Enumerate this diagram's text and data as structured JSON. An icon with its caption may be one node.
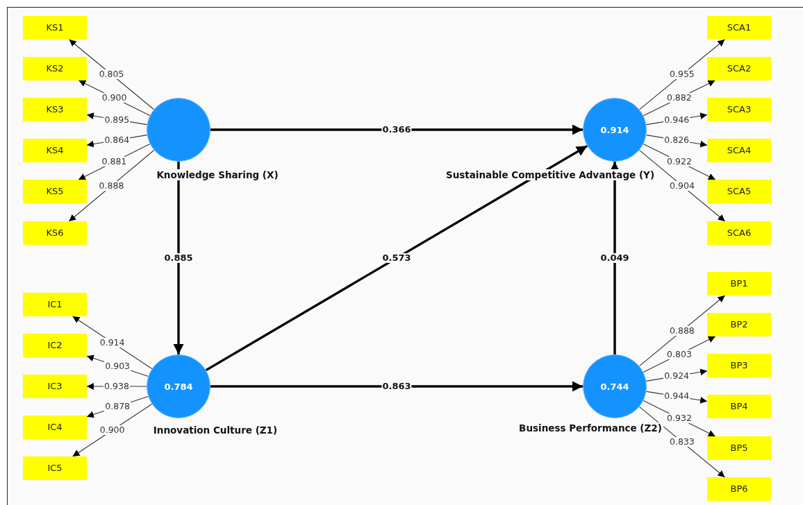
{
  "diagram": {
    "nodes": [
      {
        "text": [
          "Knowledge Sharing (X)"
        ]
      },
      {
        "text": [
          "0.914",
          "Sustainable Competitive Advantage (Y)"
        ]
      },
      {
        "text": [
          "0.784",
          "Innovation Culture (Z1)"
        ]
      },
      {
        "text": [
          "0.744",
          "Business Performance (Z2)"
        ]
      },
      {
        "text": [
          "KS1"
        ]
      },
      {
        "text": [
          "KS2"
        ]
      },
      {
        "text": [
          "KS3"
        ]
      },
      {
        "text": [
          "KS4"
        ]
      },
      {
        "text": [
          "KS5"
        ]
      },
      {
        "text": [
          "KS6"
        ]
      },
      {
        "text": [
          "SCA1"
        ]
      },
      {
        "text": [
          "SCA2"
        ]
      },
      {
        "text": [
          "SCA3"
        ]
      },
      {
        "text": [
          "SCA4"
        ]
      },
      {
        "text": [
          "SCA5"
        ]
      },
      {
        "text": [
          "SCA6"
        ]
      },
      {
        "text": [
          "IC1"
        ]
      },
      {
        "text": [
          "IC2"
        ]
      },
      {
        "text": [
          "IC3"
        ]
      },
      {
        "text": [
          "IC4"
        ]
      },
      {
        "text": [
          "IC5"
        ]
      },
      {
        "text": [
          "BP1"
        ]
      },
      {
        "text": [
          "BP2"
        ]
      },
      {
        "text": [
          "BP3"
        ]
      },
      {
        "text": [
          "BP4"
        ]
      },
      {
        "text": [
          "BP5"
        ]
      },
      {
        "text": [
          "BP6"
        ]
      }
    ],
    "edges": [
      {
        "from": 0,
        "to": 1,
        "arrow": "to",
        "label": "0.366",
        "style": "thick"
      },
      {
        "from": 0,
        "to": 2,
        "arrow": "to",
        "label": "0.885",
        "style": "thick"
      },
      {
        "from": 2,
        "to": 1,
        "arrow": "to",
        "label": "0.573",
        "style": "thick"
      },
      {
        "from": 3,
        "to": 1,
        "arrow": "to",
        "label": "0.049",
        "style": "thick"
      },
      {
        "from": 2,
        "to": 3,
        "arrow": "to",
        "label": "0.863",
        "style": "thick"
      },
      {
        "from": 0,
        "to": 4,
        "arrow": "to",
        "label": "0.805"
      },
      {
        "from": 0,
        "to": 5,
        "arrow": "to",
        "label": "0.900"
      },
      {
        "from": 0,
        "to": 6,
        "arrow": "to",
        "label": "0.895"
      },
      {
        "from": 0,
        "to": 7,
        "arrow": "to",
        "label": "0.864"
      },
      {
        "from": 0,
        "to": 8,
        "arrow": "to",
        "label": "0.881"
      },
      {
        "from": 0,
        "to": 9,
        "arrow": "to",
        "label": "0.888"
      },
      {
        "from": 1,
        "to": 10,
        "arrow": "to",
        "label": "0.955"
      },
      {
        "from": 1,
        "to": 11,
        "arrow": "to",
        "label": "0.882"
      },
      {
        "from": 1,
        "to": 12,
        "arrow": "to",
        "label": "0.946"
      },
      {
        "from": 1,
        "to": 13,
        "arrow": "to",
        "label": "0.826"
      },
      {
        "from": 1,
        "to": 14,
        "arrow": "to",
        "label": "0.922"
      },
      {
        "from": 1,
        "to": 15,
        "arrow": "to",
        "label": "0.904"
      },
      {
        "from": 2,
        "to": 16,
        "arrow": "to",
        "label": "0.914"
      },
      {
        "from": 2,
        "to": 17,
        "arrow": "to",
        "label": "0.903"
      },
      {
        "from": 2,
        "to": 18,
        "arrow": "to",
        "label": "0.938"
      },
      {
        "from": 2,
        "to": 19,
        "arrow": "to",
        "label": "0.878"
      },
      {
        "from": 2,
        "to": 20,
        "arrow": "to",
        "label": "0.900"
      },
      {
        "from": 3,
        "to": 21,
        "arrow": "to",
        "label": "0.888"
      },
      {
        "from": 3,
        "to": 22,
        "arrow": "to",
        "label": "0.803"
      },
      {
        "from": 3,
        "to": 23,
        "arrow": "to",
        "label": "0.924"
      },
      {
        "from": 3,
        "to": 24,
        "arrow": "to",
        "label": "0.944"
      },
      {
        "from": 3,
        "to": 25,
        "arrow": "to",
        "label": "0.932"
      },
      {
        "from": 3,
        "to": 26,
        "arrow": "to",
        "label": "0.833"
      }
    ]
  }
}
